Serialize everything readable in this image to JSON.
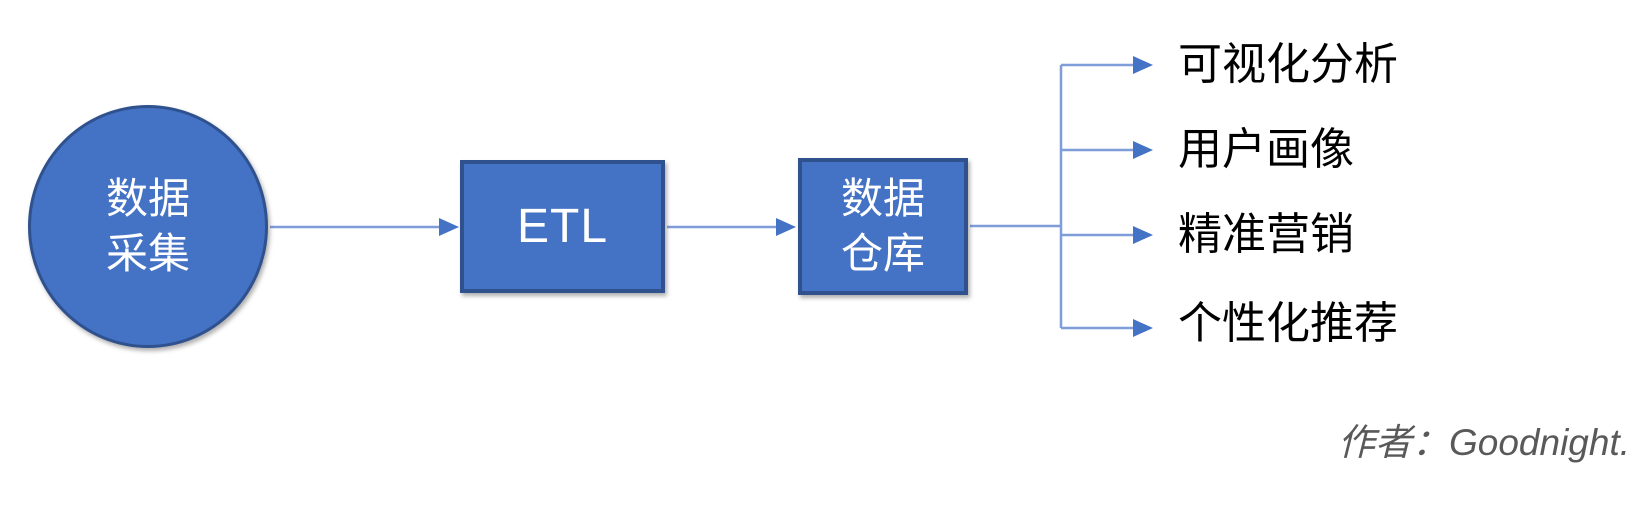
{
  "diagram": {
    "title": "data-pipeline-flow",
    "nodes": [
      {
        "id": "data-collection",
        "shape": "circle",
        "label": "数据\n采集"
      },
      {
        "id": "etl",
        "shape": "rect",
        "label": "ETL"
      },
      {
        "id": "data-warehouse",
        "shape": "rect",
        "label": "数据\n仓库"
      }
    ],
    "flow": [
      "数据采集",
      "ETL",
      "数据仓库"
    ],
    "outputs": [
      {
        "label": "可视化分析"
      },
      {
        "label": "用户画像"
      },
      {
        "label": "精准营销"
      },
      {
        "label": "个性化推荐"
      }
    ],
    "author": "作者：Goodnight."
  },
  "colors": {
    "canvas_bg": "#ffffff",
    "node_fill": "#4472C4",
    "node_border": "#2F528F",
    "node_text": "#ffffff",
    "connector": "#7F9DD9",
    "arrowhead": "#4472C4",
    "label_text": "#000000",
    "author_text": "#595959"
  }
}
